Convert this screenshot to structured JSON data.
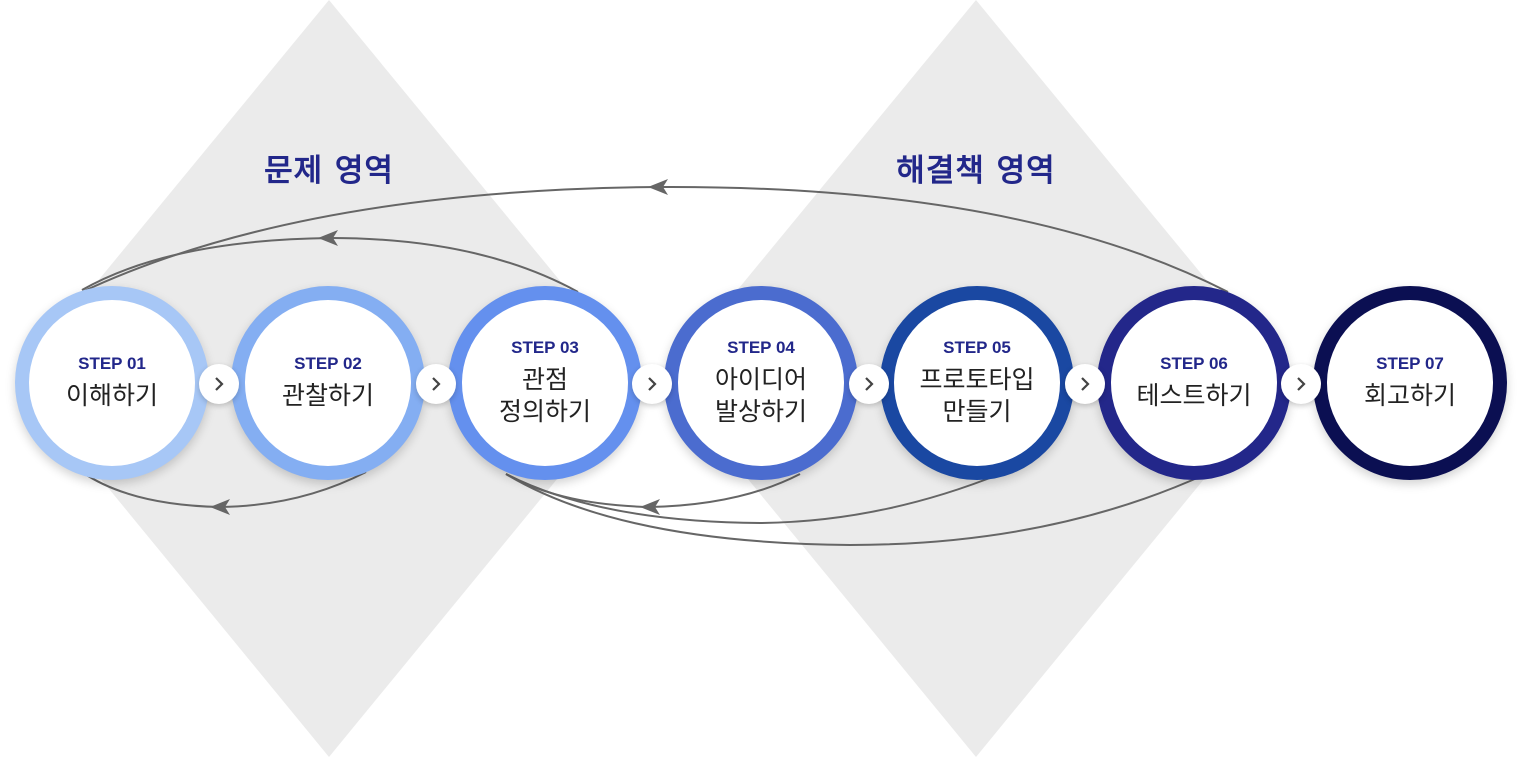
{
  "zones": [
    {
      "label": "문제 영역"
    },
    {
      "label": "해결책 영역"
    }
  ],
  "steps": [
    {
      "no": "STEP 01",
      "name": "이해하기",
      "color": "#a7c7f6"
    },
    {
      "no": "STEP 02",
      "name": "관찰하기",
      "color": "#84aef2"
    },
    {
      "no": "STEP 03",
      "name": "관점\n정의하기",
      "color": "#6490ee"
    },
    {
      "no": "STEP 04",
      "name": "아이디어\n발상하기",
      "color": "#4b6ccf"
    },
    {
      "no": "STEP 05",
      "name": "프로토타입\n만들기",
      "color": "#1a48a2"
    },
    {
      "no": "STEP 06",
      "name": "테스트하기",
      "color": "#23278a"
    },
    {
      "no": "STEP 07",
      "name": "회고하기",
      "color": "#0b0f52"
    }
  ],
  "colors": {
    "diamond": "#ebebeb",
    "label": "#22278a",
    "connector": "#666666"
  },
  "icons": {
    "next": "chevron-right-icon",
    "loop": "arrowhead-icon"
  }
}
